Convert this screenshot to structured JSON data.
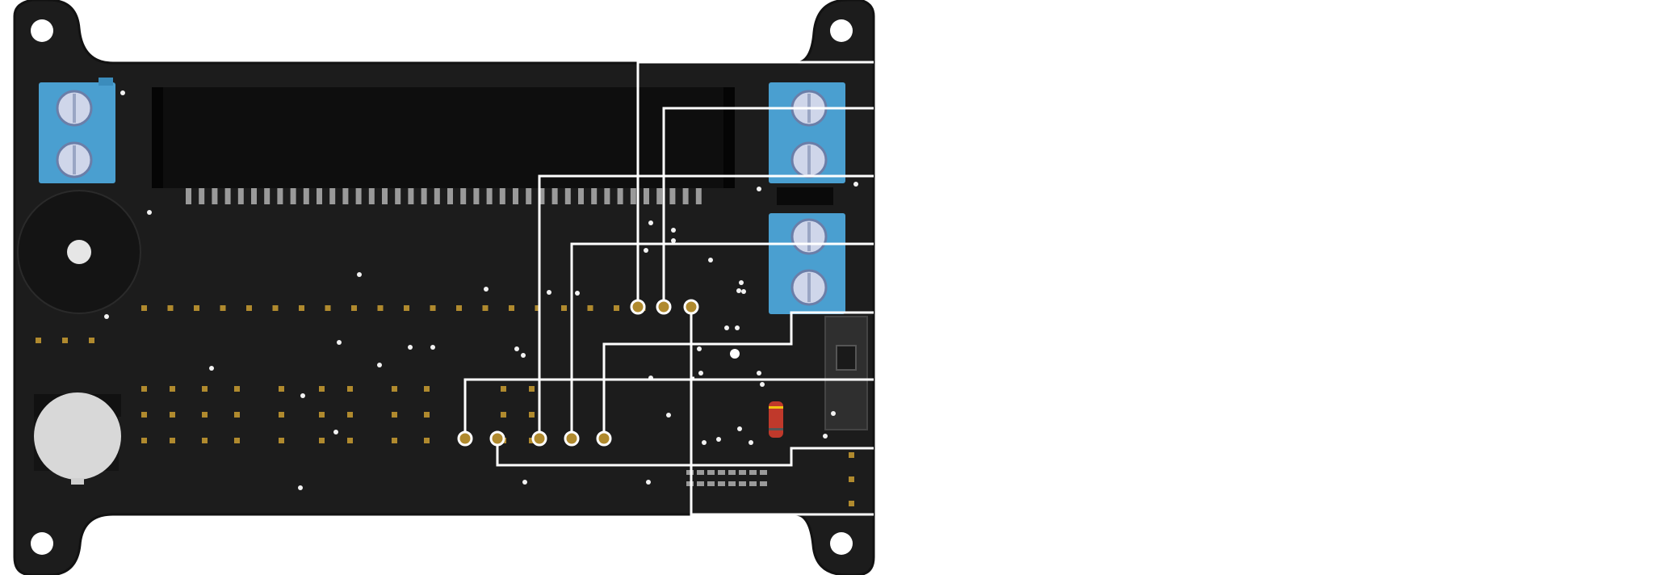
{
  "colors": {
    "board": "#1c1c1c",
    "board_edge": "#121212",
    "display": "#0e0e0e",
    "terminal_block": "#4a9fd0",
    "screw": "#cfd6ea",
    "leader_line": "#ffffff",
    "pin": "#b08a2e",
    "resistor": "#c0392b"
  },
  "icons": [
    "mounting-hole-icon",
    "buzzer-icon",
    "terminal-screw-icon",
    "coin-battery-icon",
    "switch-icon",
    "resistor-icon"
  ],
  "callouts": [
    {
      "id": "callout-1",
      "label": ""
    },
    {
      "id": "callout-2",
      "label": ""
    },
    {
      "id": "callout-3",
      "label": ""
    },
    {
      "id": "callout-4",
      "label": ""
    },
    {
      "id": "callout-5",
      "label": ""
    },
    {
      "id": "callout-6",
      "label": ""
    },
    {
      "id": "callout-7",
      "label": ""
    },
    {
      "id": "callout-8",
      "label": ""
    }
  ]
}
